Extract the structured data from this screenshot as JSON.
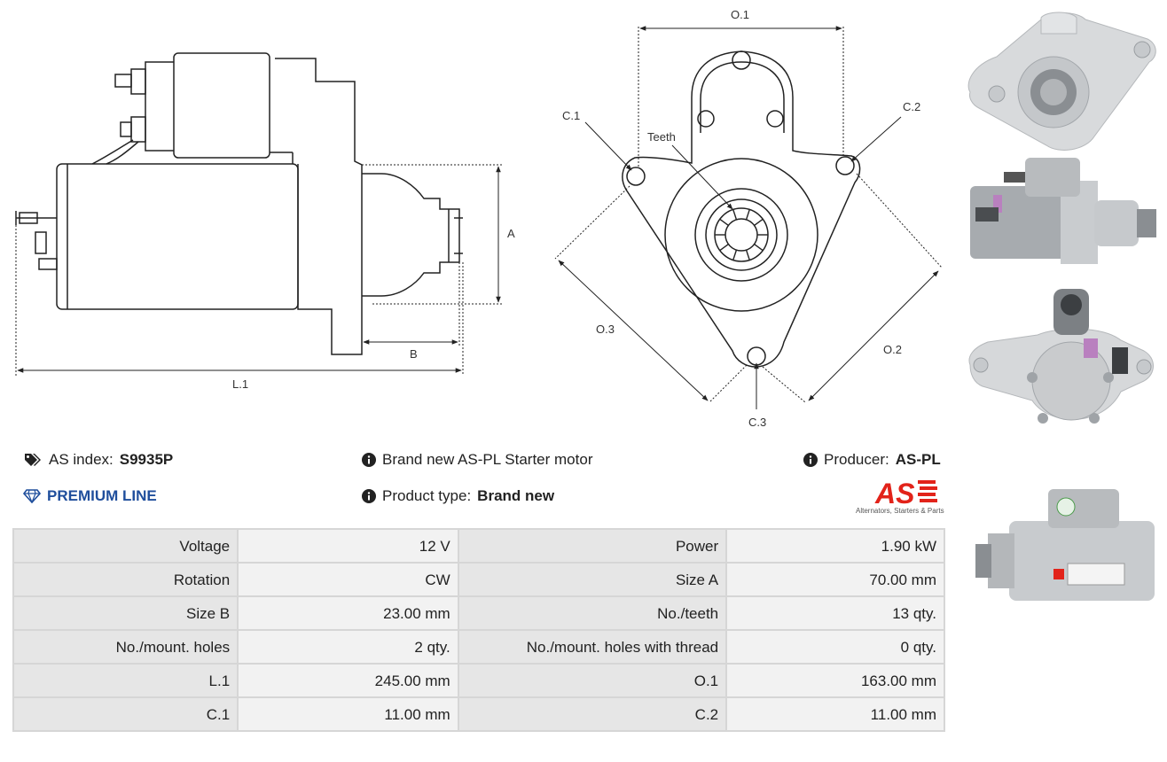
{
  "drawing_labels": {
    "a": "A",
    "b": "B",
    "l1": "L.1",
    "o1": "O.1",
    "o2": "O.2",
    "o3": "O.3",
    "c1": "C.1",
    "c2": "C.2",
    "c3": "C.3",
    "teeth": "Teeth"
  },
  "info": {
    "index_label": "AS index:",
    "index_value": "S9935P",
    "premium": "PREMIUM LINE",
    "description": "Brand new AS-PL Starter motor",
    "type_label": "Product type:",
    "type_value": "Brand new",
    "producer_label": "Producer:",
    "producer_value": "AS-PL"
  },
  "logo": {
    "text": "AS",
    "tagline": "Alternators, Starters & Parts",
    "color": "#e2231a"
  },
  "specs": [
    [
      "Voltage",
      "12 V",
      "Power",
      "1.90 kW"
    ],
    [
      "Rotation",
      "CW",
      "Size A",
      "70.00 mm"
    ],
    [
      "Size B",
      "23.00 mm",
      "No./teeth",
      "13 qty."
    ],
    [
      "No./mount. holes",
      "2 qty.",
      "No./mount. holes with thread",
      "0 qty."
    ],
    [
      "L.1",
      "245.00 mm",
      "O.1",
      "163.00 mm"
    ],
    [
      "C.1",
      "11.00 mm",
      "C.2",
      "11.00 mm"
    ]
  ],
  "colors": {
    "accent": "#1f4e9c",
    "table_border": "#d6d6d6",
    "label_cell": "#e6e6e6",
    "value_cell": "#f2f2f2"
  }
}
